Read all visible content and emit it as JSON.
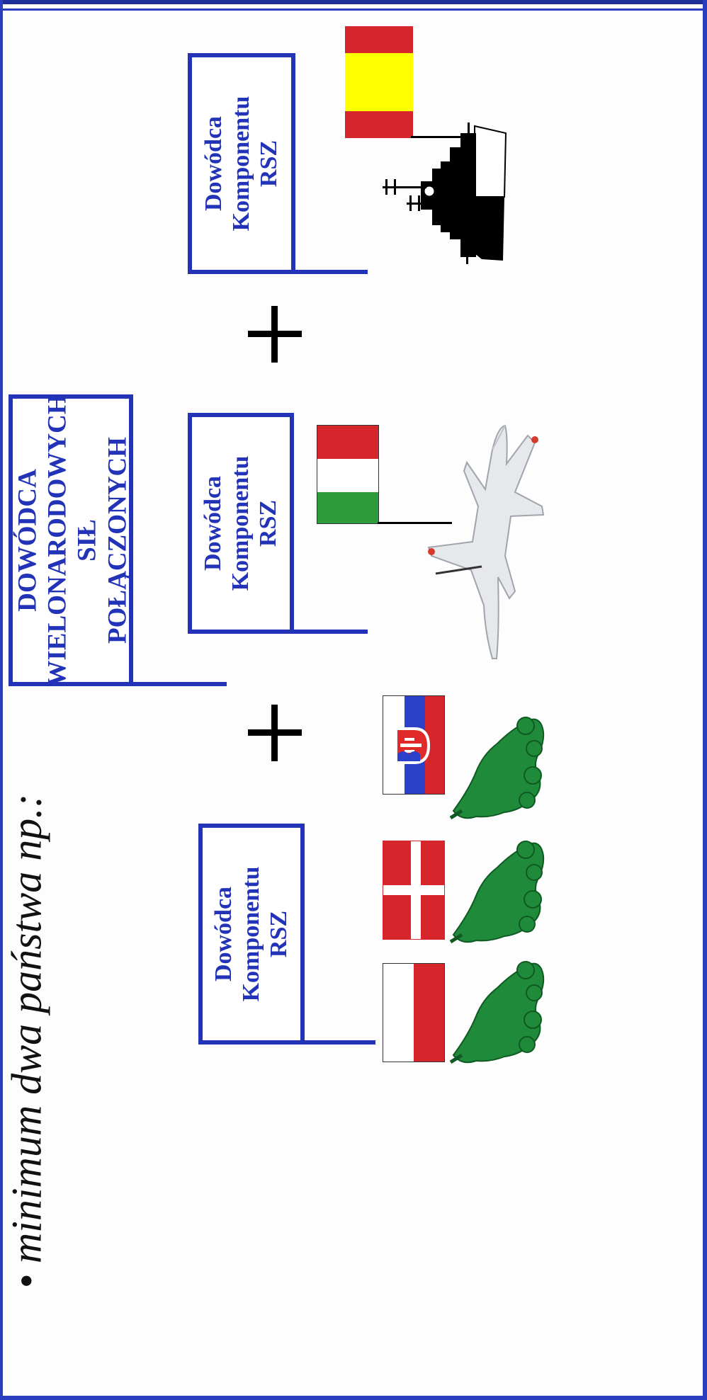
{
  "bullet": {
    "symbol": "•",
    "text": "minimum dwa państwa np.:"
  },
  "commander": {
    "lines": [
      "DOWÓDCA",
      "WIELONARODOWYCH",
      "SIŁ",
      "POŁĄCZONYCH"
    ]
  },
  "components": [
    {
      "lines": [
        "Dowódca",
        "Komponentu",
        "RSZ"
      ],
      "flags": [
        "poland",
        "denmark",
        "slovakia"
      ],
      "force": "land-troops"
    },
    {
      "lines": [
        "Dowódca",
        "Komponentu",
        "RSZ"
      ],
      "flags": [
        "hungary"
      ],
      "force": "fighter-jet"
    },
    {
      "lines": [
        "Dowódca",
        "Komponentu",
        "RSZ"
      ],
      "flags": [
        "spain"
      ],
      "force": "warship"
    }
  ],
  "operators": [
    "+",
    "+"
  ],
  "colors": {
    "frame": "#2233b8",
    "red": "#d6262b",
    "white": "#ffffff",
    "yellow": "#ffff00",
    "blue": "#2a40c8",
    "green": "#2e9a3a",
    "troops": "#1f8a3a"
  }
}
